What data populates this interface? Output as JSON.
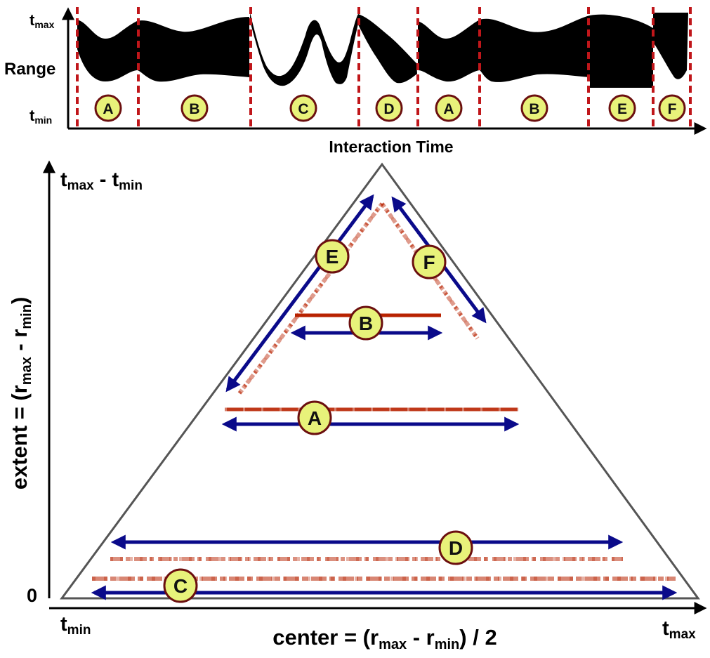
{
  "top_panel": {
    "y_max_label": "t",
    "y_max_sub": "max",
    "y_min_label": "t",
    "y_min_sub": "min",
    "y_axis_label": "Range",
    "x_axis_label": "Interaction Time",
    "segments": [
      "A",
      "B",
      "C",
      "D",
      "A",
      "B",
      "E",
      "F"
    ]
  },
  "main_panel": {
    "y_top_label": "t",
    "y_top_sub1": "max",
    "y_top_mid": " - t",
    "y_top_sub2": "min",
    "y_zero_label": "0",
    "y_axis": {
      "p1": "extent = (r",
      "s1": "max",
      "p2": " - r",
      "s2": "min",
      "p3": ")"
    },
    "x_min_label": "t",
    "x_min_sub": "min",
    "x_max_label": "t",
    "x_max_sub": "max",
    "x_axis": {
      "p1": "center = (r",
      "s1": "max",
      "p2": " - r",
      "s2": "min",
      "p3": ") / 2"
    },
    "markers": [
      "E",
      "F",
      "B",
      "A",
      "D",
      "C"
    ]
  },
  "colors": {
    "arrow": "#0a0a8a",
    "trace": "#b82200",
    "marker_fill": "#e8f27a",
    "marker_stroke": "#6b0f0f",
    "divider": "#c0161a",
    "triangle": "#555555"
  }
}
